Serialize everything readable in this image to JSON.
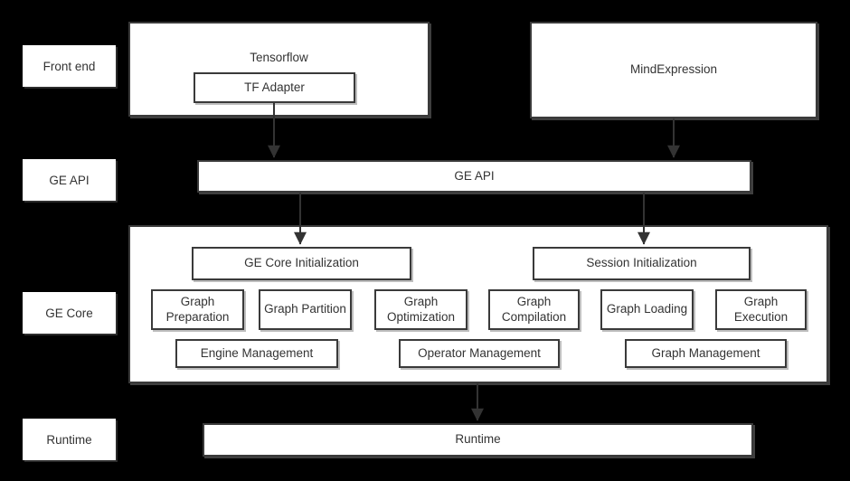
{
  "colors": {
    "bg": "#000000",
    "box_bg": "#ffffff",
    "border": "#3a3a3a",
    "text": "#333333",
    "arrow": "#333333"
  },
  "side_labels": {
    "front_end": "Front end",
    "ge_api": "GE API",
    "ge_core": "GE Core",
    "runtime": "Runtime"
  },
  "front_end": {
    "tensorflow_title": "Tensorflow",
    "tf_adapter": "TF Adapter",
    "mind_expression": "MindExpression"
  },
  "ge_api_bar": "GE API",
  "ge_core": {
    "core_init": "GE Core Initialization",
    "session_init": "Session Initialization",
    "stages": [
      "Graph Preparation",
      "Graph Partition",
      "Graph Optimization",
      "Graph Compilation",
      "Graph Loading",
      "Graph Execution"
    ],
    "management": [
      "Engine Management",
      "Operator Management",
      "Graph Management"
    ]
  },
  "runtime_bar": "Runtime"
}
